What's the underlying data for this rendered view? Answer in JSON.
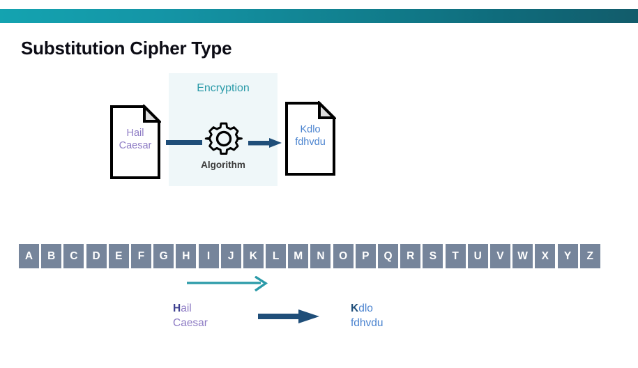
{
  "slide": {
    "title": "Substitution Cipher Type",
    "top_bar": {
      "gradient_from": "#14A3B0",
      "gradient_to": "#125C6B"
    }
  },
  "diagram": {
    "panel_label": "Encryption",
    "panel_bg": "#eff7f9",
    "panel_label_color": "#2a9aa8",
    "algorithm_label": "Algorithm",
    "gear_icon": "gear-icon",
    "input_document": {
      "line1": "Hail",
      "line2": "Caesar",
      "text_color": "#8d7bc4"
    },
    "output_document": {
      "line1": "Kdlo",
      "line2": "fdhvdu",
      "text_color": "#4a83cf"
    },
    "connector_color": "#1f4e79"
  },
  "alphabet": {
    "tile_bg": "#76859b",
    "tile_text_color": "#ffffff",
    "letters": [
      "A",
      "B",
      "C",
      "D",
      "E",
      "F",
      "G",
      "H",
      "I",
      "J",
      "K",
      "L",
      "M",
      "N",
      "O",
      "P",
      "Q",
      "R",
      "S",
      "T",
      "U",
      "V",
      "W",
      "X",
      "Y",
      "Z"
    ]
  },
  "shift": {
    "arrow_color": "#2a9aa8",
    "arrow_icon": "right-arrow-icon"
  },
  "mapping": {
    "plaintext": {
      "lead": "H",
      "rest": "ail",
      "line2": "Caesar",
      "color": "#8d7bc4",
      "lead_color": "#3c3f8f"
    },
    "arrow_icon": "right-arrow-icon",
    "arrow_color": "#1f4e79",
    "ciphertext": {
      "lead": "K",
      "rest": "dlo",
      "line2": "fdhvdu",
      "color": "#4a83cf",
      "lead_color": "#1f4e79"
    }
  }
}
